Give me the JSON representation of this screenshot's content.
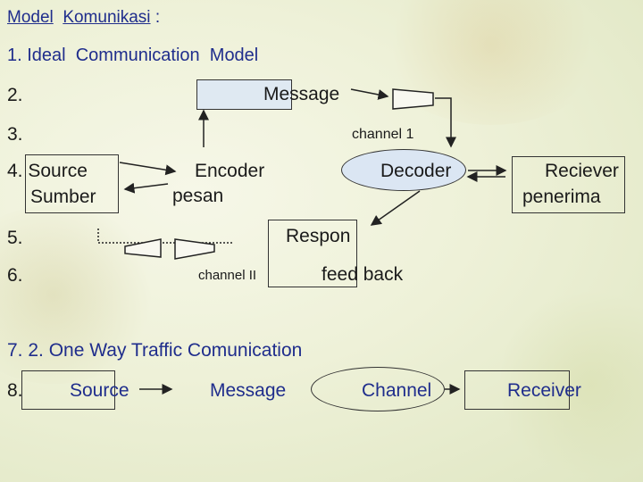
{
  "title": {
    "part1": "Model",
    "part2": "Komunikasi",
    "colon": ":"
  },
  "subtitle": "1. Ideal  Communication  Model",
  "rows": [
    "2.",
    "3.",
    "5.",
    "6."
  ],
  "message_label": "Message",
  "channel1_label": "channel 1",
  "source_label": {
    "line1": "4. Source",
    "line2": "Sumber"
  },
  "encoder_label": {
    "line1": "Encoder",
    "line2": "pesan"
  },
  "decoder_label": "Decoder",
  "receiver_label": {
    "line1": "Reciever",
    "line2": "penerima"
  },
  "respon_label": "Respon",
  "channel2_label": "channel II",
  "feedback_label": "feed back",
  "oneway_title": "7. 2. One Way Traffic Comunication",
  "oneway": {
    "num": "8.",
    "source": "Source",
    "message": "Message",
    "channel": "Channel",
    "receiver": "Receiver"
  },
  "colors": {
    "title": "#1f2d8c",
    "message_box": "#dfe9f2",
    "decoder_fill": "#dbe6f3"
  }
}
